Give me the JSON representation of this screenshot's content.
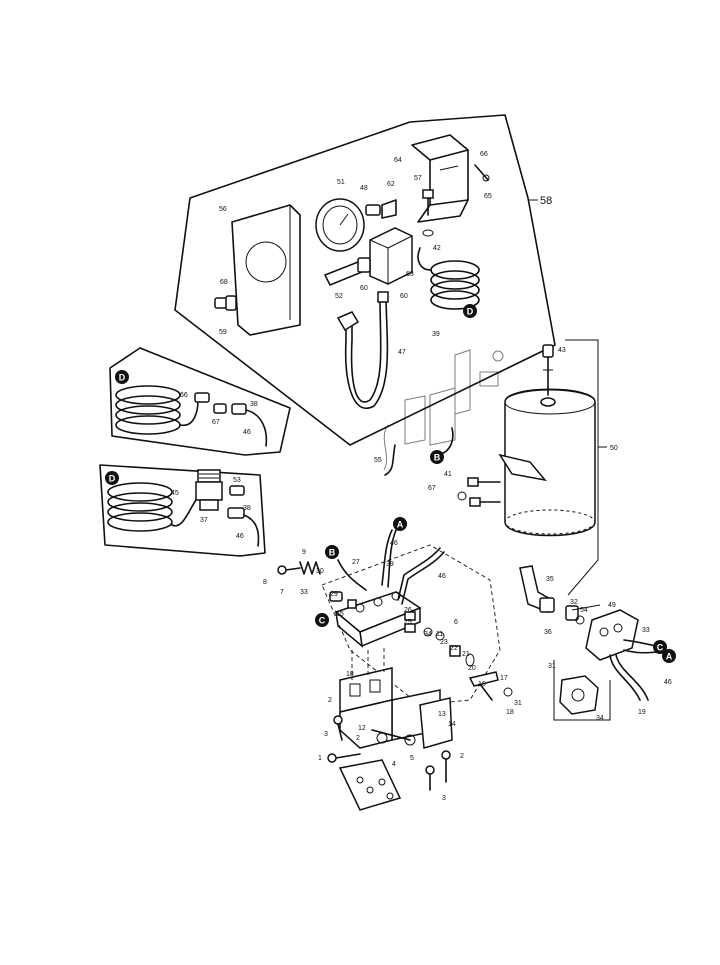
{
  "callouts": {
    "a1": "A",
    "a2": "A",
    "b1": "B",
    "b2": "B",
    "c1": "C",
    "c2": "C",
    "d1": "D",
    "d2": "D",
    "d3": "D"
  },
  "labels": {
    "n58": "58",
    "n64": "64",
    "n66": "66",
    "n65": "65",
    "n57": "57",
    "n51": "51",
    "n48": "48",
    "n62": "62",
    "n56": "56",
    "n42": "42",
    "n63": "63",
    "n60a": "60",
    "n60b": "60",
    "n52": "52",
    "n68": "68",
    "n59": "59",
    "n47": "47",
    "n39": "39",
    "n43": "43",
    "n50": "50",
    "n55": "55",
    "n67a": "67",
    "n38a": "38",
    "n46a": "46",
    "n45": "45",
    "n53": "53",
    "n37": "37",
    "n38b": "38",
    "n46b": "46",
    "n66b": "66",
    "n41": "41",
    "n67b": "67",
    "n46c": "46",
    "n9": "9",
    "n27": "27",
    "n39b": "39",
    "n46d": "46",
    "n8": "8",
    "n7": "7",
    "n30": "30",
    "n33a": "33",
    "n29": "29",
    "n15": "15",
    "n26": "26",
    "n25": "25",
    "n6": "6",
    "n34a": "34",
    "n11": "11",
    "n23": "23",
    "n22": "22",
    "n21": "21",
    "n20": "20",
    "n16": "16",
    "n17": "17",
    "n31a": "31",
    "n18a": "18",
    "n35": "35",
    "n32": "32",
    "n54": "54",
    "n49": "49",
    "n36": "36",
    "n33b": "33",
    "n31b": "31",
    "n46e": "46",
    "n19": "19",
    "n34b": "34",
    "n18b": "18",
    "n2a": "2",
    "n12": "12",
    "n13": "13",
    "n14": "14",
    "n2b": "2",
    "n3a": "3",
    "n1": "1",
    "n4": "4",
    "n5": "5",
    "n2c": "2",
    "n3b": "3"
  }
}
